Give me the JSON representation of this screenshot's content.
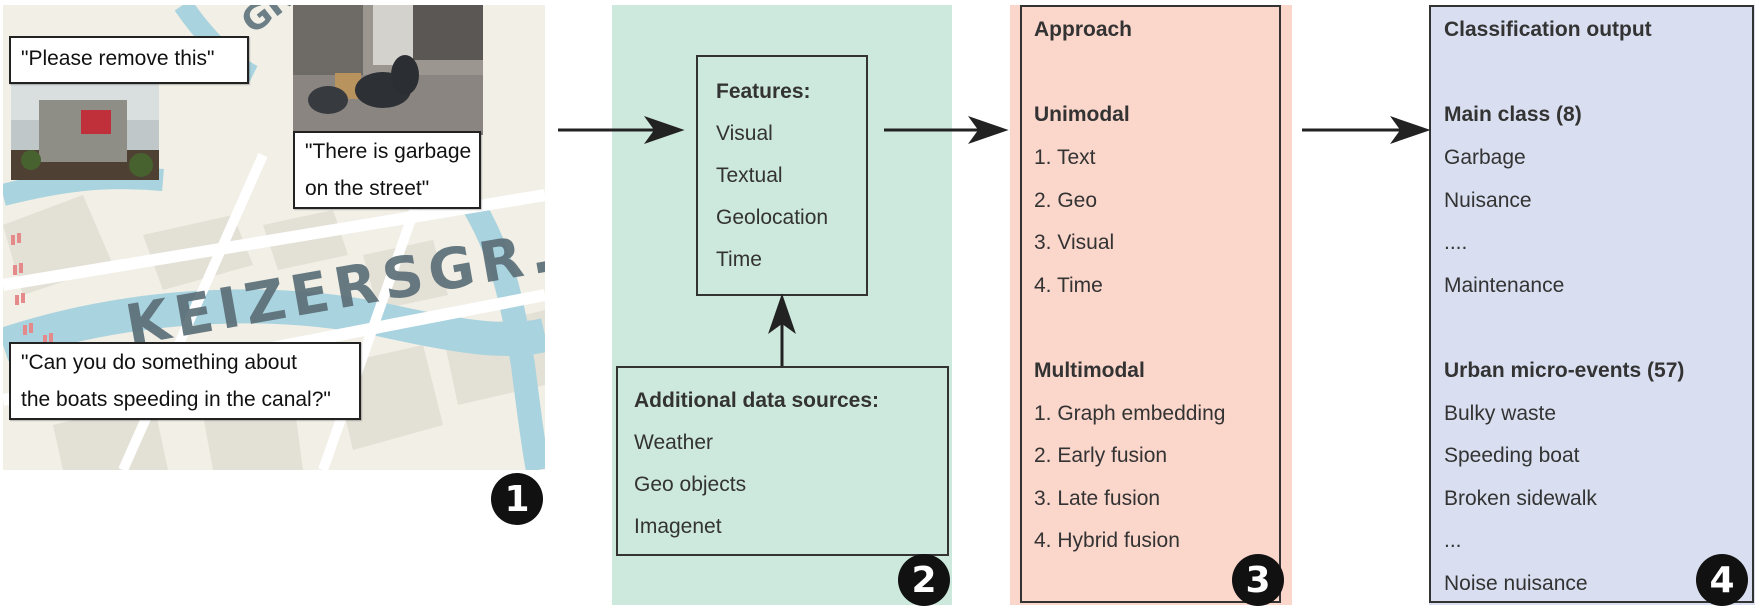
{
  "stage1": {
    "map_label": "KEIZERSGR.",
    "map_label_fragment": "GR",
    "quotes": [
      {
        "lines": [
          "\"Please remove this\""
        ]
      },
      {
        "lines": [
          "\"There is garbage",
          "on the street\""
        ]
      },
      {
        "lines": [
          "\"Can you do something about",
          "the boats speeding in the canal?\""
        ]
      }
    ],
    "number": "1"
  },
  "stage2": {
    "features": {
      "title": "Features:",
      "items": [
        "Visual",
        "Textual",
        "Geolocation",
        "Time"
      ]
    },
    "additional": {
      "title": "Additional data sources:",
      "items": [
        "Weather",
        "Geo objects",
        "Imagenet"
      ]
    },
    "number": "2"
  },
  "stage3": {
    "title": "Approach",
    "unimodal": {
      "title": "Unimodal",
      "items": [
        "1. Text",
        "2. Geo",
        "3. Visual",
        "4. Time"
      ]
    },
    "multimodal": {
      "title": "Multimodal",
      "items": [
        "1. Graph embedding",
        "2. Early fusion",
        "3. Late fusion",
        "4. Hybrid fusion"
      ]
    },
    "number": "3"
  },
  "stage4": {
    "title": "Classification output",
    "main": {
      "title": "Main class (8)",
      "items": [
        "Garbage",
        "Nuisance",
        "....",
        "Maintenance"
      ]
    },
    "micro": {
      "title": "Urban micro-events (57)",
      "items": [
        "Bulky waste",
        "Speeding boat",
        "Broken sidewalk",
        "...",
        "Noise nuisance"
      ]
    },
    "number": "4"
  },
  "colors": {
    "map_base": "#f1efe6",
    "canal": "#a9d3df",
    "stage2_bg": "#cde8dd",
    "stage3_bg": "#fbd6cb",
    "stage4_bg": "#d9dff0"
  }
}
